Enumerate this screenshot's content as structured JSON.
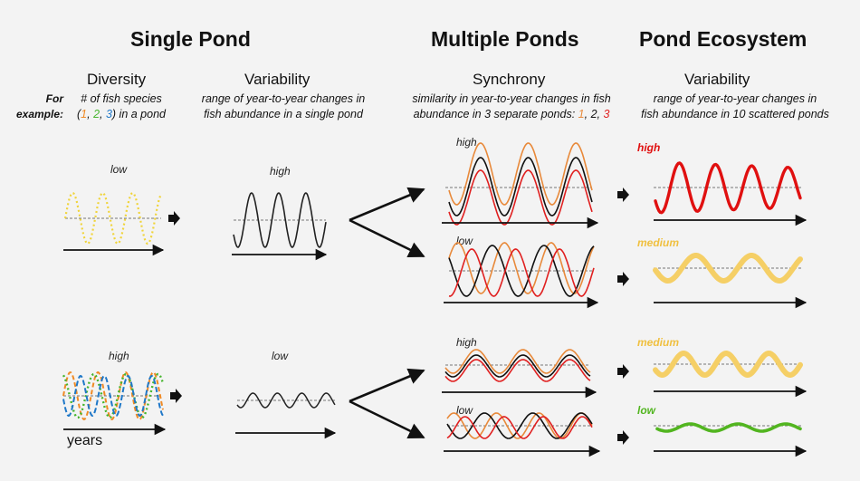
{
  "headers": {
    "single_pond": "Single Pond",
    "multiple_ponds": "Multiple Ponds",
    "pond_ecosystem": "Pond Ecosystem"
  },
  "columns": {
    "diversity": {
      "title": "Diversity",
      "desc_line1": "# of fish species",
      "desc_open": "(",
      "n1": "1",
      "sep1": ", ",
      "n2": "2",
      "sep2": ", ",
      "n3": "3",
      "desc_close": ") in a pond"
    },
    "variability_single": {
      "title": "Variability",
      "desc_line1": "range of year-to-year changes in",
      "desc_line2": "fish abundance in a single pond"
    },
    "synchrony": {
      "title": "Synchrony",
      "desc_line1": "similarity in year-to-year changes in fish",
      "desc_line2_pre": "abundance in 3 separate ponds: ",
      "n1": "1",
      "sep1": ", ",
      "n2": "2",
      "sep2": ", ",
      "n3": "3"
    },
    "variability_eco": {
      "title": "Variability",
      "desc_line1": "range of year-to-year changes in",
      "desc_line2": "fish abundance in 10 scattered ponds"
    }
  },
  "for_example": {
    "line1": "For",
    "line2": "example:"
  },
  "levels": {
    "row1_diversity": "low",
    "row1_variability": "high",
    "row2_diversity": "high",
    "row2_variability": "low",
    "sync_1": "high",
    "sync_2": "low",
    "sync_3": "high",
    "sync_4": "low",
    "eco_1": "high",
    "eco_2": "medium",
    "eco_3": "medium",
    "eco_4": "low"
  },
  "axis_label": "years",
  "colors": {
    "species_1": "#f08a24",
    "species_2": "#46b52e",
    "species_3": "#1f78c8",
    "pond_1": "#e8893a",
    "pond_2": "#111111",
    "pond_3": "#e02020",
    "eco_high": "#e01010",
    "eco_medium": "#f5cf66",
    "eco_low": "#52b520",
    "low_yellow": "#f0d43a",
    "axis": "#111111",
    "dashed": "#777777"
  }
}
